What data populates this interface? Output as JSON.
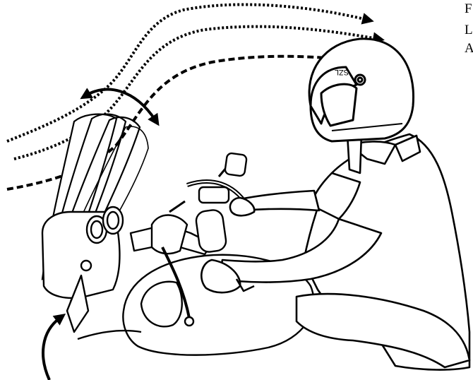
{
  "helmet": {
    "brand_text": "SZL"
  },
  "edge_letters": [
    "F",
    "L",
    "A"
  ],
  "colors": {
    "line": "#000000",
    "fill": "#ffffff"
  }
}
